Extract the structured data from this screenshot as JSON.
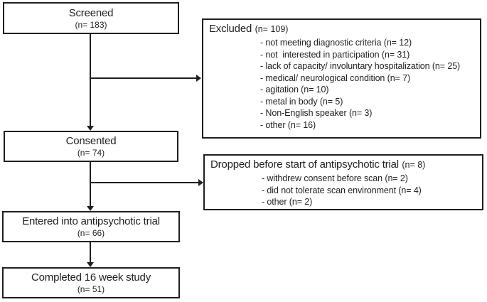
{
  "diagram": {
    "type": "flowchart",
    "colors": {
      "border": "#1f1f1f",
      "text": "#1f1f1f",
      "background": "#ffffff"
    },
    "boxes": {
      "screened": {
        "title": "Screened",
        "n": "(n= 183)"
      },
      "consented": {
        "title": "Consented",
        "n": "(n= 74)"
      },
      "entered": {
        "title": "Entered into antipsychotic trial",
        "n": "(n= 66)"
      },
      "completed": {
        "title": "Completed 16 week study",
        "n": "(n= 51)"
      },
      "excluded": {
        "title": "Excluded",
        "n": "(n= 109)",
        "items": [
          "- not meeting diagnostic criteria (n= 12)",
          "- not  interested in participation (n= 31)",
          "- lack of capacity/ involuntary hospitalization (n= 25)",
          "- medical/ neurological condition (n= 7)",
          "- agitation (n= 10)",
          "- metal in body (n= 5)",
          "- Non-English speaker (n= 3)",
          "- other (n= 16)"
        ]
      },
      "dropped": {
        "title": "Dropped before start of antipsychotic trial",
        "n": "(n= 8)",
        "items": [
          "- withdrew consent before scan (n= 2)",
          "- did not tolerate scan environment (n= 4)",
          "- other (n= 2)"
        ]
      }
    }
  }
}
